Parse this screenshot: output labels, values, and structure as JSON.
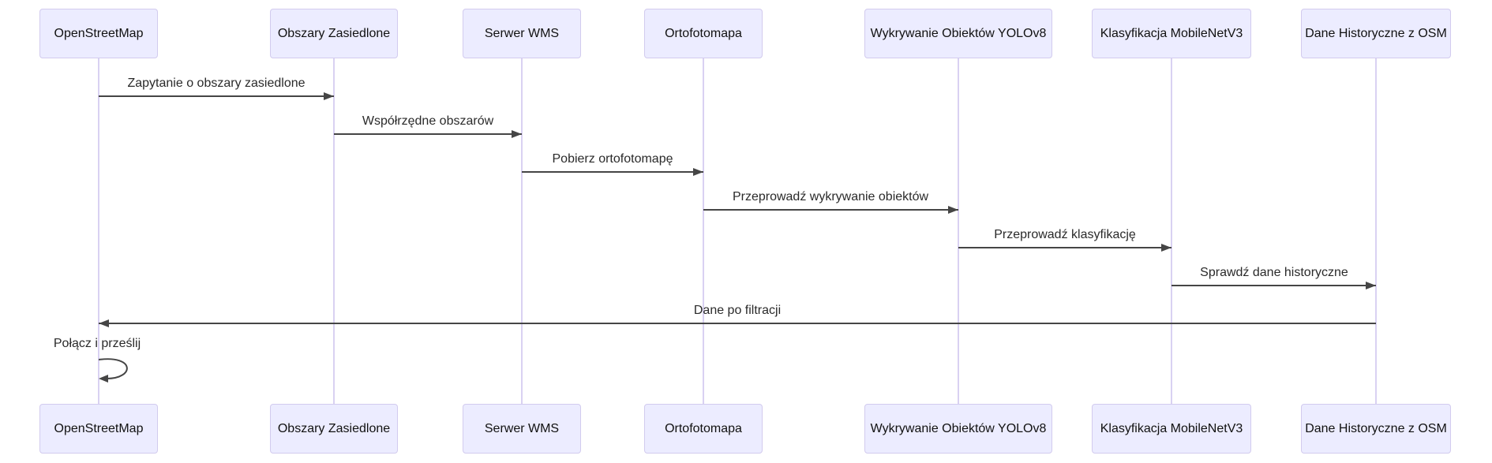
{
  "diagram": {
    "type": "sequence-diagram",
    "participants": [
      {
        "name": "OpenStreetMap"
      },
      {
        "name": "Obszary Zasiedlone"
      },
      {
        "name": "Serwer WMS"
      },
      {
        "name": "Ortofotomapa"
      },
      {
        "name": "Wykrywanie Obiektów YOLOv8"
      },
      {
        "name": "Klasyfikacja MobileNetV3"
      },
      {
        "name": "Dane Historyczne z OSM"
      }
    ],
    "messages": [
      {
        "from": "OpenStreetMap",
        "to": "Obszary Zasiedlone",
        "label": "Zapytanie o obszary zasiedlone",
        "arrow": "solid-right"
      },
      {
        "from": "Obszary Zasiedlone",
        "to": "Serwer WMS",
        "label": "Współrzędne obszarów",
        "arrow": "solid-right"
      },
      {
        "from": "Serwer WMS",
        "to": "Ortofotomapa",
        "label": "Pobierz ortofotomapę",
        "arrow": "solid-right"
      },
      {
        "from": "Ortofotomapa",
        "to": "Wykrywanie Obiektów YOLOv8",
        "label": "Przeprowadź wykrywanie obiektów",
        "arrow": "solid-right"
      },
      {
        "from": "Wykrywanie Obiektów YOLOv8",
        "to": "Klasyfikacja MobileNetV3",
        "label": "Przeprowadź klasyfikację",
        "arrow": "solid-right"
      },
      {
        "from": "Klasyfikacja MobileNetV3",
        "to": "Dane Historyczne z OSM",
        "label": "Sprawdź dane historyczne",
        "arrow": "solid-right"
      },
      {
        "from": "Dane Historyczne z OSM",
        "to": "OpenStreetMap",
        "label": "Dane po filtracji",
        "arrow": "solid-left"
      },
      {
        "from": "OpenStreetMap",
        "to": "OpenStreetMap",
        "label": "Połącz i prześlij",
        "arrow": "self-loop"
      }
    ],
    "colors": {
      "actor_fill": "#ECECFF",
      "actor_border": "#d2cbee",
      "lifeline": "#d9d1f2",
      "message_line": "#454545",
      "text": "#2a2a2a",
      "background": "#ffffff"
    }
  }
}
